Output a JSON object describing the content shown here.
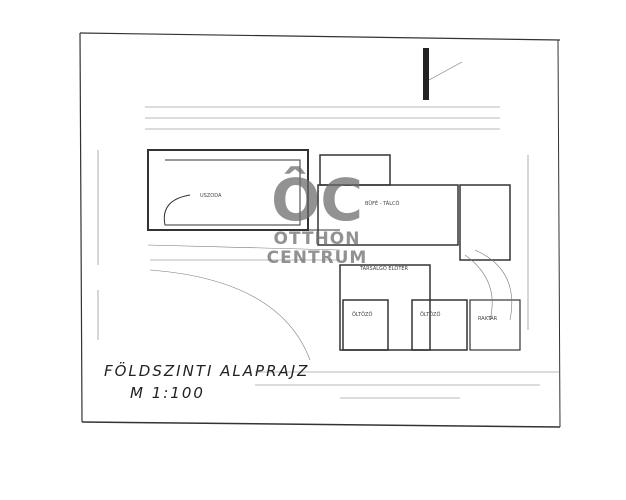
{
  "drawing": {
    "title": "FÖLDSZINTI ALAPRAJZ",
    "scale": "M 1:100",
    "rooms": [
      "USZODA",
      "BÜFÉ - TÁLCÓ",
      "TÁRSALGÓ ELŐTÉR",
      "ÖLTÖZŐ",
      "ÖLTÖZŐ",
      "RAKTÁR"
    ]
  },
  "watermark": {
    "logo": "ÔC",
    "line1": "OTTHON",
    "line2": "CENTRUM"
  }
}
